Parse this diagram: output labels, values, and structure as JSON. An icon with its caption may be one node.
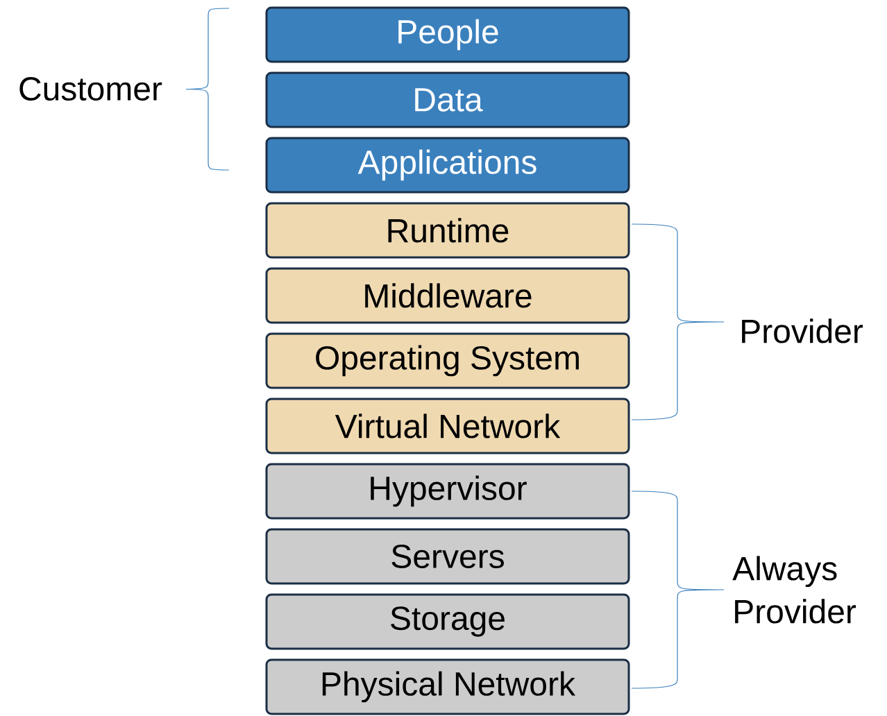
{
  "diagram": {
    "nodes": [
      {
        "text": [
          "People"
        ]
      },
      {
        "text": [
          "Data"
        ]
      },
      {
        "text": [
          "Applications"
        ]
      },
      {
        "text": [
          "Runtime"
        ]
      },
      {
        "text": [
          "Middleware"
        ]
      },
      {
        "text": [
          "Operating System"
        ]
      },
      {
        "text": [
          "Virtual Network"
        ]
      },
      {
        "text": [
          "Hypervisor"
        ]
      },
      {
        "text": [
          "Servers"
        ]
      },
      {
        "text": [
          "Storage"
        ]
      },
      {
        "text": [
          "Physical Network"
        ]
      }
    ],
    "edges": [],
    "labels": [
      "Customer",
      "Provider",
      "Always Provider"
    ]
  }
}
